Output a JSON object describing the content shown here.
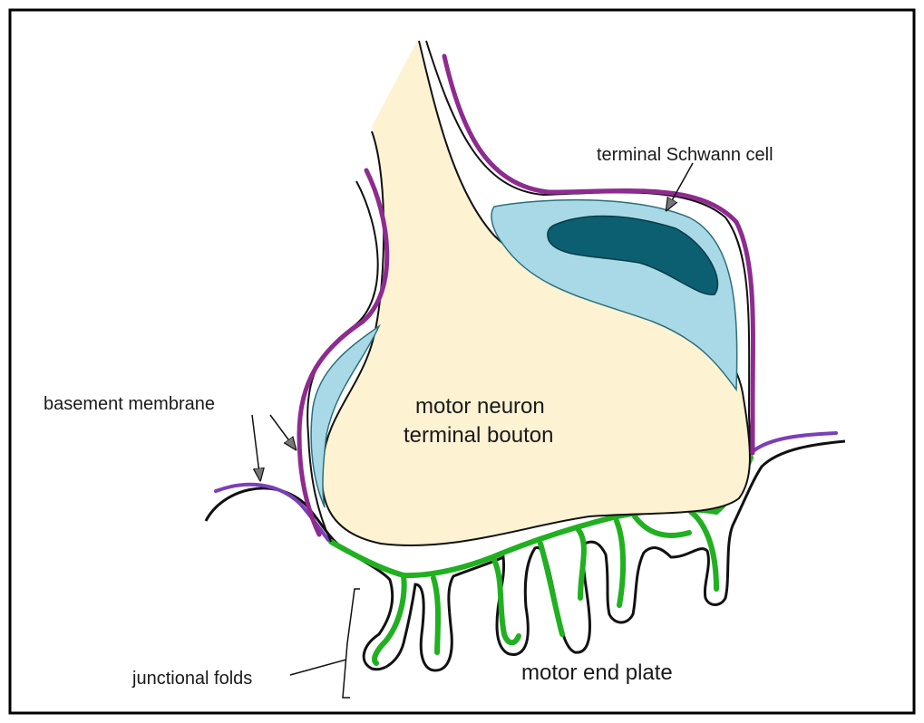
{
  "diagram": {
    "labels": {
      "schwann": "terminal Schwann cell",
      "basement": "basement membrane",
      "bouton_line1": "motor neuron",
      "bouton_line2": "terminal bouton",
      "folds": "junctional folds",
      "endplate": "motor end plate"
    },
    "colors": {
      "frame": "#000000",
      "bouton_fill": "#fdf2d2",
      "schwann_fill": "#a9d9e6",
      "schwann_nucleus": "#0b5f70",
      "schwann_membrane": "#8e2b8f",
      "basement_membrane": "#7b3fb8",
      "junctional_membrane": "#20b020",
      "outline": "#111111"
    },
    "icons": [
      "arrow-icon",
      "bracket-icon"
    ]
  }
}
